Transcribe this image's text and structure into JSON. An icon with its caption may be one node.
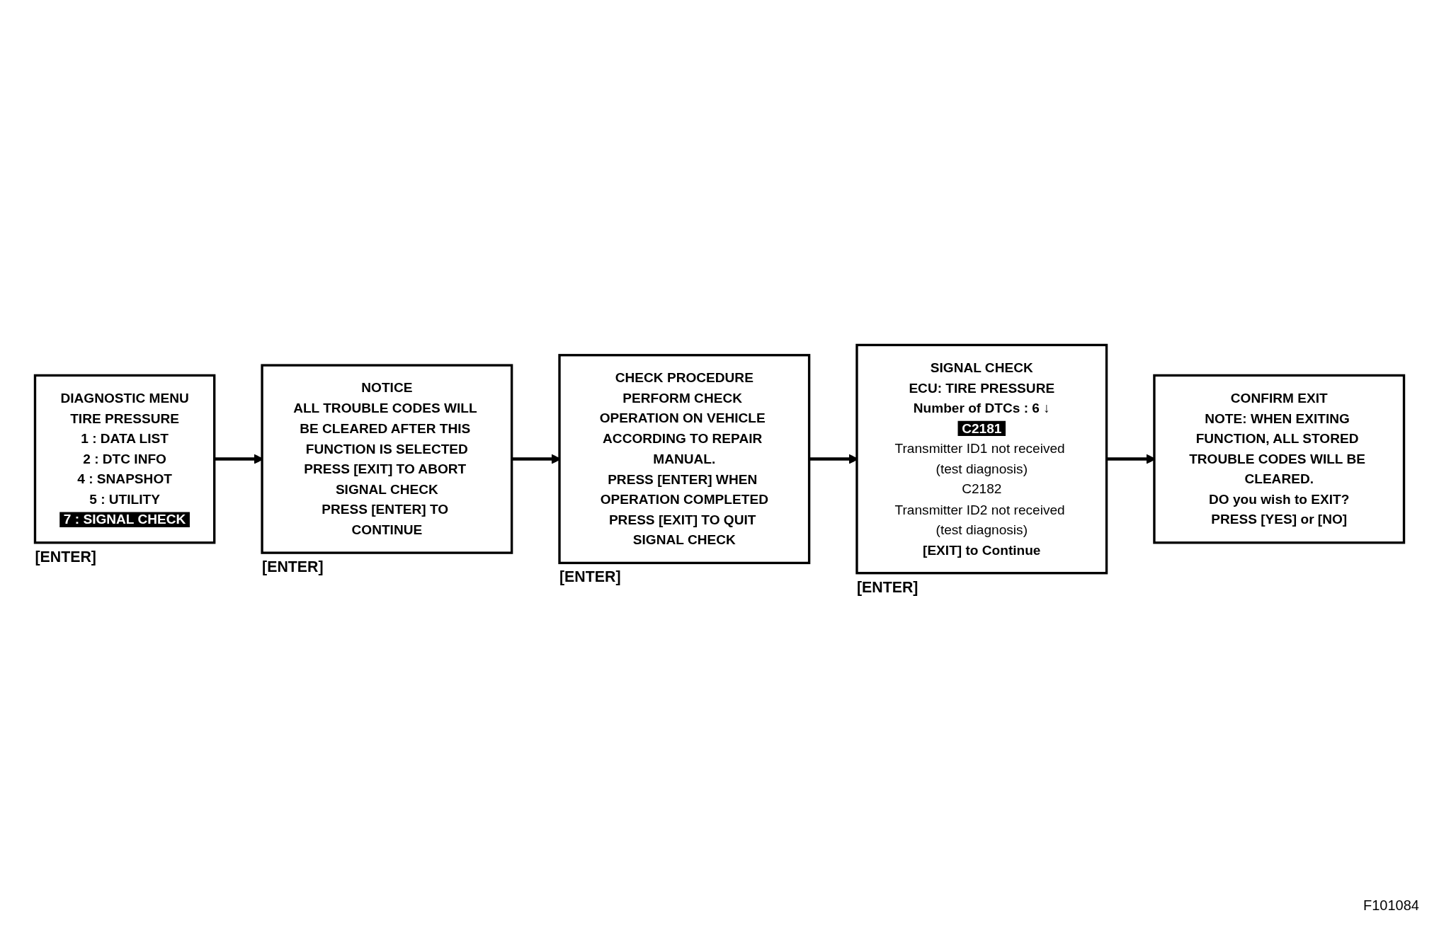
{
  "diagram": {
    "nodes": [
      {
        "text": [
          "DIAGNOSTIC MENU",
          "TIRE PRESSURE",
          "1 : DATA LIST",
          "2 : DTC INFO",
          "4 : SNAPSHOT",
          "5 : UTILITY",
          "7 : SIGNAL CHECK"
        ],
        "beside": [
          "[ENTER]"
        ]
      },
      {
        "text": [
          "NOTICE",
          "ALL TROUBLE CODES WILL BE CLEARED AFTER THIS FUNCTION IS SELECTED",
          "PRESS [EXIT] TO ABORT SIGNAL CHECK",
          "PRESS [ENTER] TO CONTINUE"
        ],
        "beside": [
          "[ENTER]"
        ]
      },
      {
        "text": [
          "CHECK PROCEDURE",
          "PERFORM CHECK OPERATION ON VEHICLE ACCORDING TO REPAIR MANUAL.",
          "PRESS [ENTER] WHEN OPERATION COMPLETED",
          "PRESS [EXIT] TO QUIT SIGNAL CHECK"
        ],
        "beside": [
          "[ENTER]"
        ]
      },
      {
        "text": [
          "SIGNAL CHECK",
          "ECU: TIRE PRESSURE",
          "Number of DTCs : 6 ↓",
          "C2181",
          "Transmitter ID1 not received (test diagnosis)",
          "C2182",
          "Transmitter ID2 not received (test diagnosis)",
          "[EXIT] to Continue"
        ],
        "beside": [
          "[ENTER]"
        ]
      },
      {
        "text": [
          "CONFIRM EXIT",
          "NOTE: WHEN EXITING FUNCTION, ALL STORED TROUBLE CODES WILL BE CLEARED.",
          "DO you wish to EXIT?",
          "PRESS [YES] or [NO]"
        ]
      }
    ],
    "edges": [
      {
        "from": 0,
        "to": 1,
        "arrow": "to"
      },
      {
        "from": 1,
        "to": 2,
        "arrow": "to"
      },
      {
        "from": 2,
        "to": 3,
        "arrow": "to"
      },
      {
        "from": 3,
        "to": 4,
        "arrow": "to"
      }
    ],
    "labels": [
      "F101084"
    ]
  }
}
